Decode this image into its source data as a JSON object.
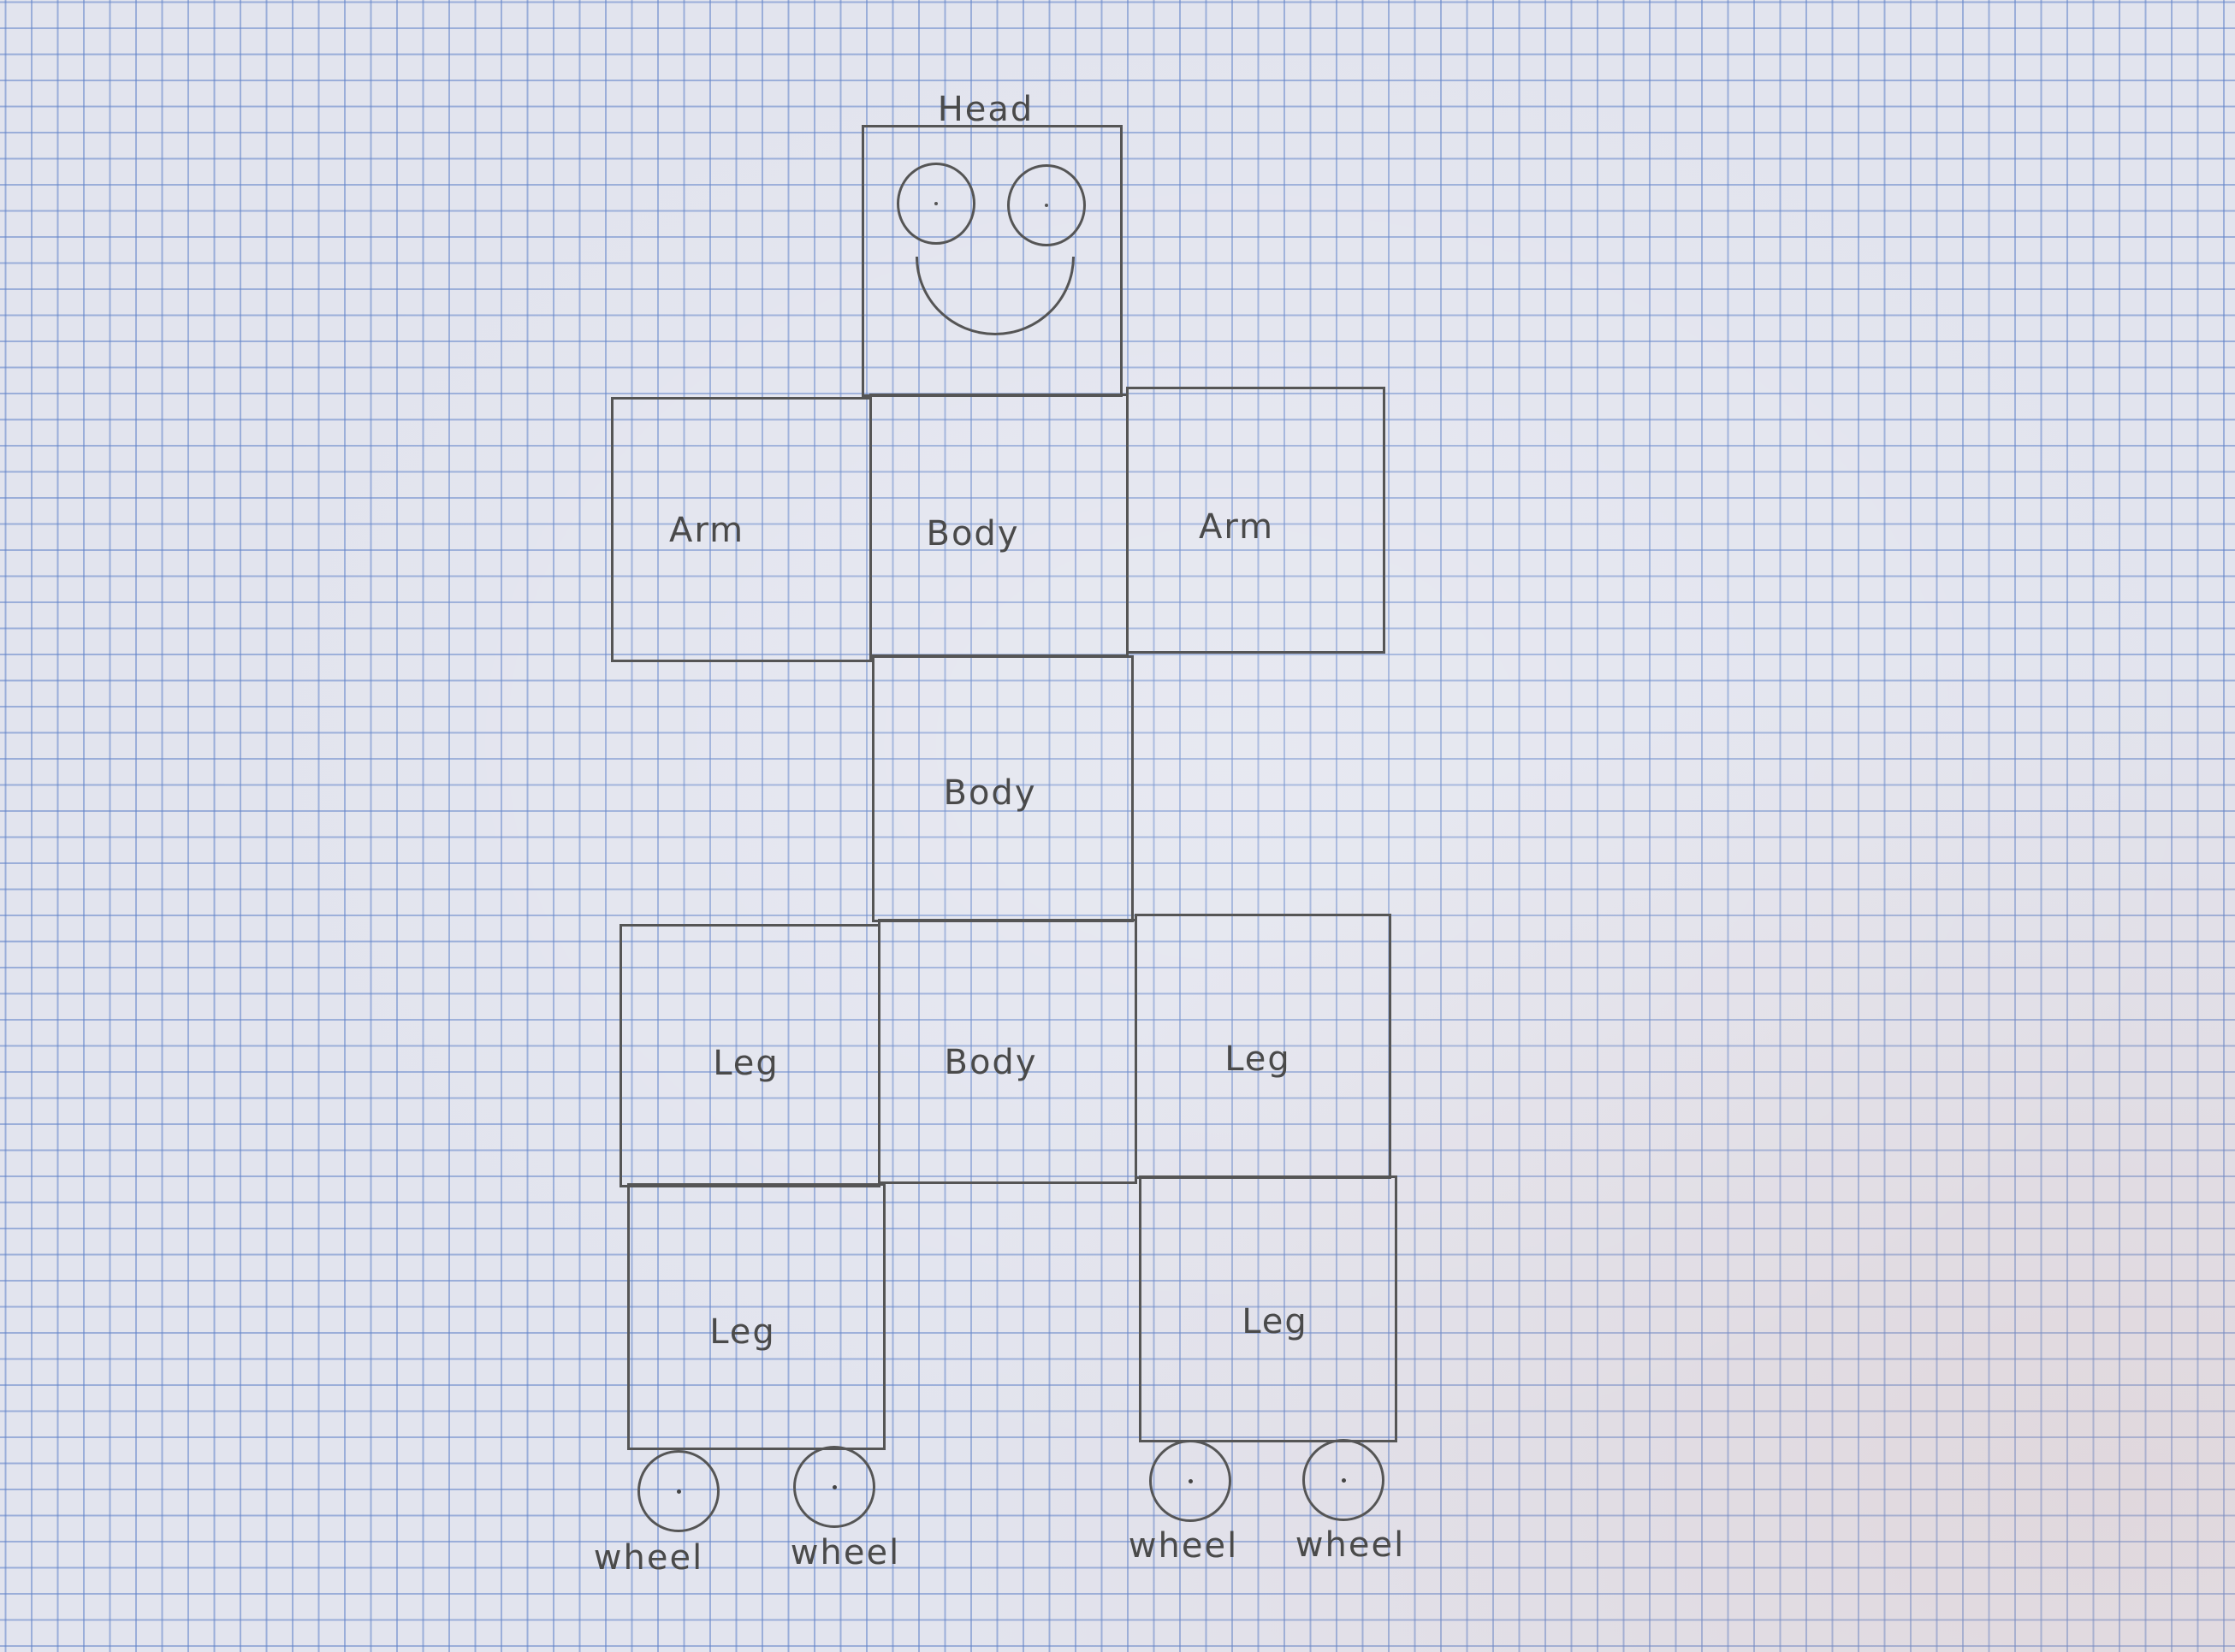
{
  "labels": {
    "head": "Head",
    "arm_left": "Arm",
    "arm_right": "Arm",
    "body_top": "Body",
    "body_middle": "Body",
    "body_bottom": "Body",
    "leg_upper_left": "Leg",
    "leg_upper_right": "Leg",
    "leg_lower_left": "Leg",
    "leg_lower_right": "Leg",
    "wheel_1": "wheel",
    "wheel_2": "wheel",
    "wheel_3": "wheel",
    "wheel_4": "wheel"
  }
}
